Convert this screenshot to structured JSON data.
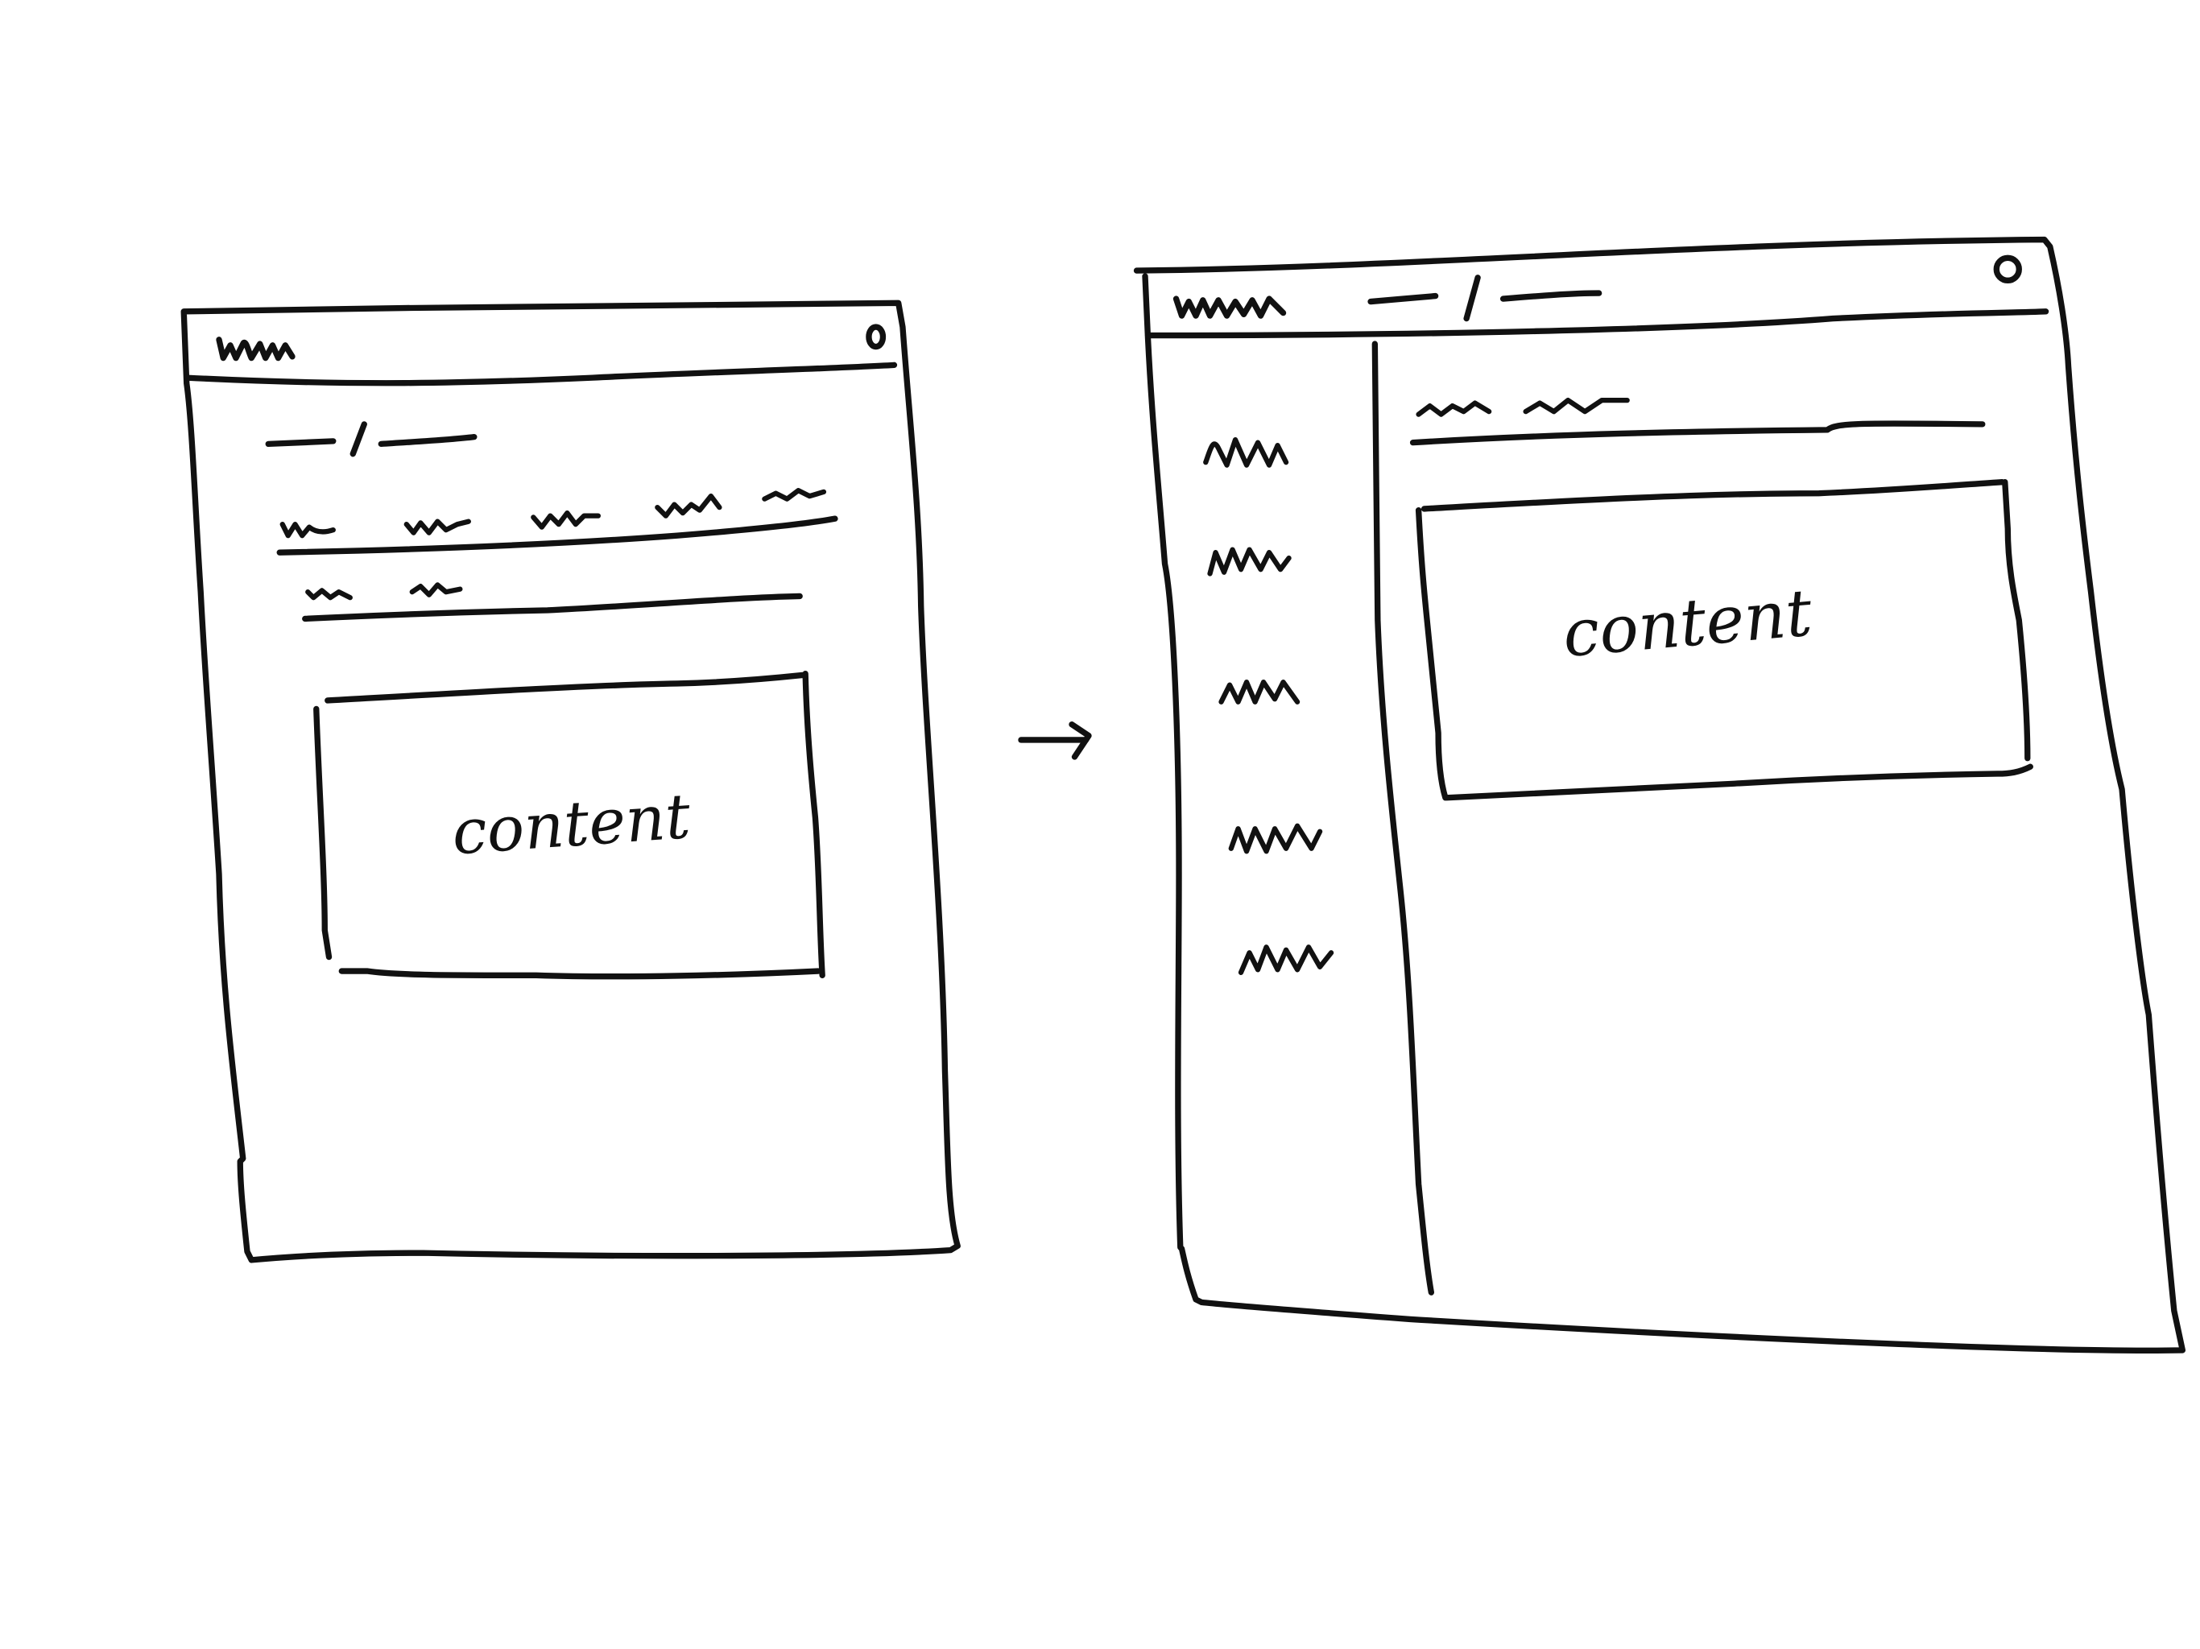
{
  "colors": {
    "ink": "#111111",
    "paper": "#ffffff"
  },
  "diagram": {
    "nodes": [
      {
        "id": "narrow-layout",
        "kind": "wireframe",
        "panels": [
          {
            "id": "narrow-content",
            "label": "content"
          }
        ]
      },
      {
        "id": "wide-layout",
        "kind": "wireframe",
        "panels": [
          {
            "id": "wide-content",
            "label": "content"
          }
        ]
      }
    ],
    "edges": [
      {
        "from": "narrow-layout",
        "to": "wide-layout",
        "style": "arrow"
      }
    ],
    "narrow": {
      "content_label": "content"
    },
    "wide": {
      "content_label": "content"
    }
  }
}
